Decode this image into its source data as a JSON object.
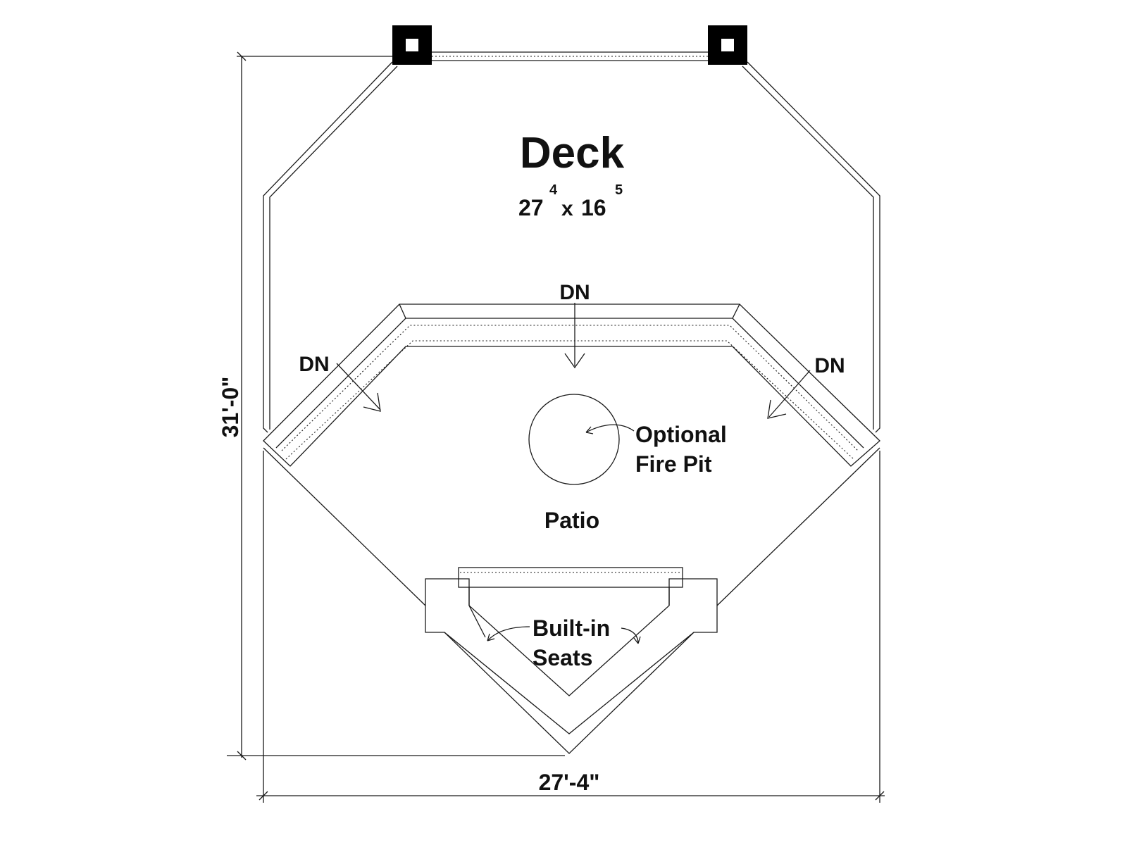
{
  "title": "Deck",
  "deck_size": {
    "width_ft": "27",
    "width_in": "4",
    "x": "x",
    "depth_ft": "16",
    "depth_in": "5"
  },
  "down_labels": [
    "DN",
    "DN",
    "DN"
  ],
  "fire_pit_label": [
    "Optional",
    "Fire Pit"
  ],
  "patio_label": "Patio",
  "seats_label": [
    "Built-in",
    "Seats"
  ],
  "dimensions": {
    "height": "31'-0\"",
    "width": "27'-4\""
  }
}
